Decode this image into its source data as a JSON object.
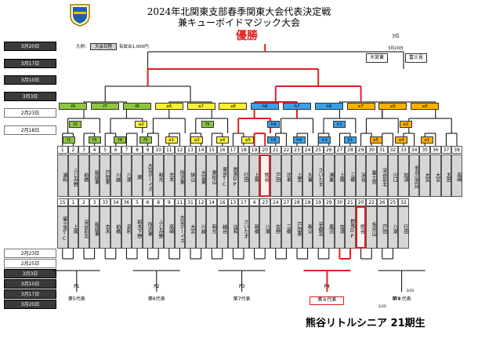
{
  "header": {
    "title_line1": "2024年北関東支部春季関東大会代表決定戦",
    "title_line2": "兼キューボイドマジック大会"
  },
  "legend": {
    "prefix": "凡例：",
    "badge": "大会日程",
    "text": "有試合1,000円"
  },
  "champion_label": "優勝",
  "third_place": {
    "label": "3位",
    "date": "3月20日",
    "teams": [
      "大宮東",
      "富士見"
    ]
  },
  "row_labels": {
    "top": [
      "3月20日",
      "3月17日",
      "3月10日",
      "3月3日",
      "2月23日",
      "2月18日"
    ],
    "bottom": [
      "2月23日",
      "2月25日",
      "3月3日",
      "3月10日",
      "3月17日",
      "3月20日"
    ]
  },
  "top_match_codes": {
    "r1": [
      "f1",
      "f3",
      "f4",
      "f5",
      "a1",
      "a3",
      "a4",
      "a5",
      "h5",
      "h4",
      "h3",
      "h1",
      "e5",
      "e4",
      "e1"
    ],
    "r2": [
      "f2",
      "a2",
      "f9",
      "h9",
      "h2",
      "e2"
    ],
    "r3": [
      "f6",
      "f7",
      "f8",
      "a6",
      "a7",
      "a8",
      "h6",
      "h7",
      "h8",
      "e7",
      "e6",
      "e8"
    ]
  },
  "top_seeds": [
    {
      "num": "1",
      "name": "浦和"
    },
    {
      "num": "2",
      "name": "ふじみ野"
    },
    {
      "num": "3",
      "name": "前橋"
    },
    {
      "num": "4",
      "name": "新座東"
    },
    {
      "num": "5",
      "name": "戸田東"
    },
    {
      "num": "6",
      "name": "川越"
    },
    {
      "num": "7",
      "name": "八潮"
    },
    {
      "num": "8",
      "name": "蕨"
    },
    {
      "num": "9",
      "name": "大宮ボーイズ"
    },
    {
      "num": "10",
      "name": "和光"
    },
    {
      "num": "11",
      "name": "志木"
    },
    {
      "num": "12",
      "name": "所沢東"
    },
    {
      "num": "13",
      "name": "狭山"
    },
    {
      "num": "14",
      "name": "大宮東"
    },
    {
      "num": "15",
      "name": "東松山"
    },
    {
      "num": "16",
      "name": "東京TC"
    },
    {
      "num": "17",
      "name": "群馬DP"
    },
    {
      "num": "18",
      "name": "行田"
    },
    {
      "num": "19",
      "name": "上尾"
    },
    {
      "num": "20",
      "name": "熊谷"
    },
    {
      "num": "21",
      "name": "戸田"
    },
    {
      "num": "22",
      "name": "北本"
    },
    {
      "num": "23",
      "name": "上里"
    },
    {
      "num": "24",
      "name": "久喜"
    },
    {
      "num": "25",
      "name": "さいたま"
    },
    {
      "num": "26",
      "name": "鴻巣"
    },
    {
      "num": "27",
      "name": "上尾"
    },
    {
      "num": "28",
      "name": "三郷"
    },
    {
      "num": "29",
      "name": "深谷"
    },
    {
      "num": "30",
      "name": "富士見"
    },
    {
      "num": "31",
      "name": "深谷彩北"
    },
    {
      "num": "32",
      "name": "川口"
    },
    {
      "num": "33",
      "name": "加須"
    },
    {
      "num": "34",
      "name": "毛呂山武州"
    },
    {
      "num": "35",
      "name": "大宮"
    },
    {
      "num": "36",
      "name": "大宮"
    },
    {
      "num": "37",
      "name": "太田"
    },
    {
      "num": "38",
      "name": "高崎"
    }
  ],
  "top_winner_num": "20",
  "bottom_seeds": [
    {
      "num": "15",
      "name": "富士見TC"
    },
    {
      "num": "1",
      "name": "上尾"
    },
    {
      "num": "2",
      "name": "深谷彩北"
    },
    {
      "num": "3",
      "name": "新座東"
    },
    {
      "num": "33",
      "name": "志木"
    },
    {
      "num": "34",
      "name": "前橋"
    },
    {
      "num": "36",
      "name": "足利"
    },
    {
      "num": "5",
      "name": "栃木下野"
    },
    {
      "num": "6",
      "name": "所沢東"
    },
    {
      "num": "8",
      "name": "ふじみ野"
    },
    {
      "num": "9",
      "name": "高崎"
    },
    {
      "num": "11",
      "name": "大宮ボーイズ"
    },
    {
      "num": "31",
      "name": "大宮"
    },
    {
      "num": "12",
      "name": "川越"
    },
    {
      "num": "14",
      "name": "和光"
    },
    {
      "num": "16",
      "name": "越谷"
    },
    {
      "num": "13",
      "name": "庄和"
    },
    {
      "num": "17",
      "name": "さいたま"
    },
    {
      "num": "4",
      "name": "新郷"
    },
    {
      "num": "23",
      "name": "八潮"
    },
    {
      "num": "24",
      "name": "佐野"
    },
    {
      "num": "27",
      "name": "三郷"
    },
    {
      "num": "28",
      "name": "戸田東"
    },
    {
      "num": "18",
      "name": "秩父"
    },
    {
      "num": "19",
      "name": "宇都宮"
    },
    {
      "num": "29",
      "name": "鹿沼"
    },
    {
      "num": "30",
      "name": "加須"
    },
    {
      "num": "21",
      "name": "群馬DP"
    },
    {
      "num": "20",
      "name": "熊谷"
    },
    {
      "num": "22",
      "name": "毛呂山"
    },
    {
      "num": "26",
      "name": "戸田"
    },
    {
      "num": "25",
      "name": "八潮"
    },
    {
      "num": "32",
      "name": "行田"
    }
  ],
  "bottom_winner_num": "20",
  "bottom_pools": [
    {
      "code": "P1",
      "label": "第5代表"
    },
    {
      "code": "P2",
      "label": "第6代表"
    },
    {
      "code": "P3",
      "label": "第7代表"
    },
    {
      "code": "P4",
      "label": "第８代表"
    },
    {
      "code": "",
      "label": "第９代表"
    }
  ],
  "bottom_dates_small": [
    "3/20",
    "3/23",
    "3/20"
  ],
  "footer": "熊谷リトルシニア 21期生",
  "colors": {
    "green": "#8cc63f",
    "yellow": "#ffef3a",
    "blue": "#3aa0e8",
    "orange": "#ffb000",
    "winner_line": "#e02020",
    "row_dark": "#3a3a3a"
  }
}
